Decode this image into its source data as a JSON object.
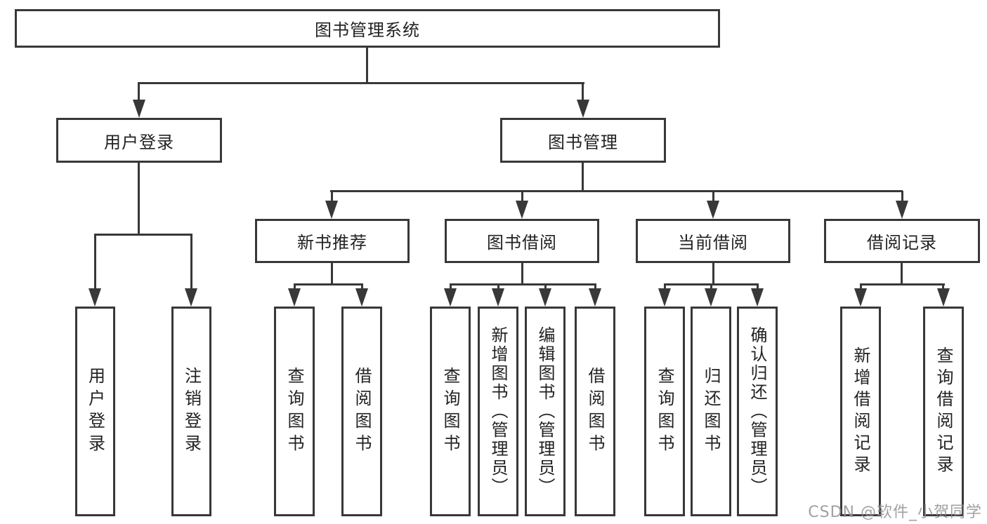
{
  "diagram_title": "图书管理系统",
  "nodes": {
    "root": "图书管理系统",
    "level2": {
      "user_login": "用户登录",
      "book_management": "图书管理"
    },
    "level3": {
      "new_book_recommend": "新书推荐",
      "book_borrow": "图书借阅",
      "current_borrow": "当前借阅",
      "borrow_record": "借阅记录"
    },
    "leaves": {
      "user_login": "用户登录",
      "logout": "注销登录",
      "rec_query_book": "查询图书",
      "rec_borrow_book": "借阅图书",
      "bb_query_book": "查询图书",
      "bb_add_book": "新增图书（管理员）",
      "bb_edit_book": "编辑图书（管理员）",
      "bb_borrow_book": "借阅图书",
      "cb_query_book": "查询图书",
      "cb_return_book": "归还图书",
      "cb_confirm_return": "确认归还（管理员）",
      "br_add_record": "新增借阅记录",
      "br_query_record": "查询借阅记录"
    }
  },
  "watermark": "CSDN @软件_小贺同学",
  "colors": {
    "line": "#383838",
    "box_background": "#ffffff",
    "text": "#222222",
    "watermark": "#919191"
  }
}
